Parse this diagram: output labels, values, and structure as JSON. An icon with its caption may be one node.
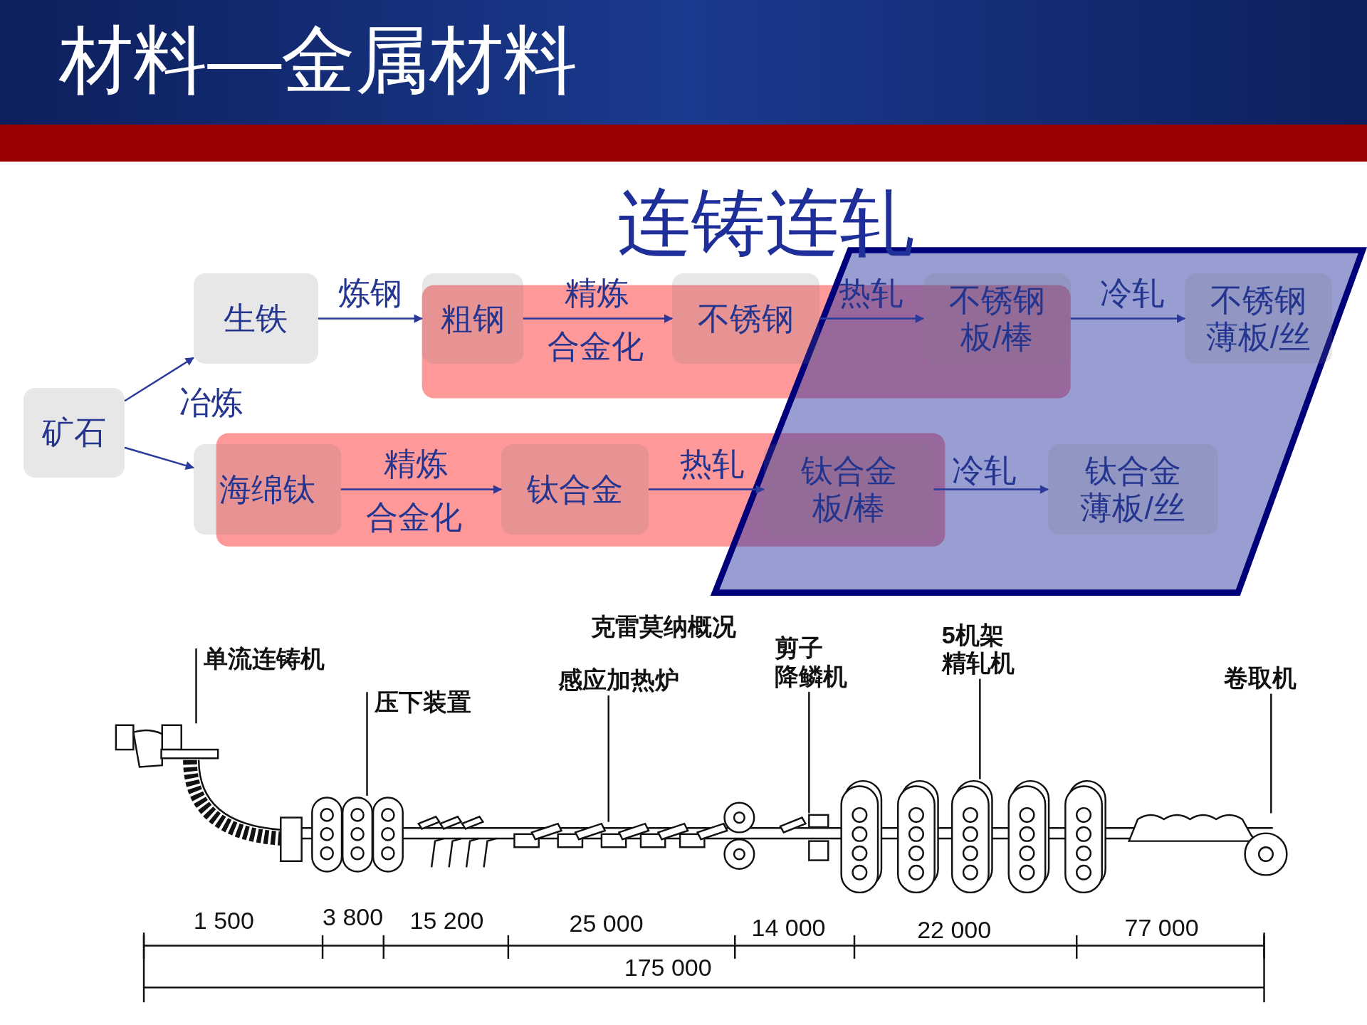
{
  "diagram": {
    "title": "连铸连轧",
    "nodes": [
      {
        "text": [
          "矿石"
        ]
      },
      {
        "text": [
          "生铁"
        ]
      },
      {
        "text": [
          "粗钢"
        ]
      },
      {
        "text": [
          "不锈钢"
        ]
      },
      {
        "text": [
          "不锈钢板/棒"
        ]
      },
      {
        "text": [
          "不锈钢薄板/丝"
        ]
      },
      {
        "text": [
          "海绵钛"
        ]
      },
      {
        "text": [
          "钛合金"
        ]
      },
      {
        "text": [
          "钛合金板/棒"
        ]
      },
      {
        "text": [
          "钛合金薄板/丝"
        ]
      },
      {
        "text": [
          "单流连铸机"
        ]
      },
      {
        "text": [
          "压下装置"
        ]
      },
      {
        "text": [
          "感应加热炉"
        ]
      },
      {
        "text": [
          "剪子",
          "降鳞机"
        ]
      },
      {
        "text": [
          "5机架精轧机"
        ]
      },
      {
        "text": [
          "卷取机"
        ]
      },
      {
        "text": [],
        "shape": "picture"
      },
      {
        "text": [],
        "shape": "picture"
      },
      {
        "text": [],
        "shape": "picture"
      },
      {
        "text": [],
        "shape": "picture"
      },
      {
        "text": [],
        "shape": "picture"
      },
      {
        "text": [],
        "shape": "picture"
      }
    ],
    "edges": [
      {
        "from": 0,
        "to": 1,
        "arrow": "to",
        "label": "冶炼"
      },
      {
        "from": 0,
        "to": 6,
        "arrow": "to"
      },
      {
        "from": 1,
        "to": 2,
        "arrow": "to",
        "label": "炼钢"
      },
      {
        "from": 2,
        "to": 3,
        "arrow": "to",
        "label": "精炼"
      },
      {
        "from": 3,
        "to": 4,
        "arrow": "to",
        "label": "热轧"
      },
      {
        "from": 4,
        "to": 5,
        "arrow": "to",
        "label": "冷轧"
      },
      {
        "from": 6,
        "to": 7,
        "arrow": "to",
        "label": "精炼"
      },
      {
        "from": 7,
        "to": 8,
        "arrow": "to",
        "label": "热轧"
      },
      {
        "from": 8,
        "to": 9,
        "arrow": "to",
        "label": "冷轧"
      },
      {
        "from": 10,
        "to": 16,
        "arrow": "none",
        "color": "#111111"
      },
      {
        "from": 11,
        "to": 17,
        "arrow": "none",
        "color": "#111111"
      },
      {
        "from": 12,
        "to": 18,
        "arrow": "none",
        "color": "#111111"
      },
      {
        "from": 13,
        "to": 19,
        "arrow": "none",
        "color": "#111111"
      },
      {
        "from": 14,
        "to": 20,
        "arrow": "none",
        "color": "#111111"
      },
      {
        "from": 15,
        "to": 21,
        "arrow": "none",
        "color": "#111111"
      }
    ],
    "labels": [
      "材料—金属材料",
      "合金化",
      "合金化",
      "克雷莫纳概况",
      "1 500",
      "3 800",
      "15 200",
      "25 000",
      "14 000",
      "22 000",
      "77 000",
      "175 000"
    ]
  }
}
